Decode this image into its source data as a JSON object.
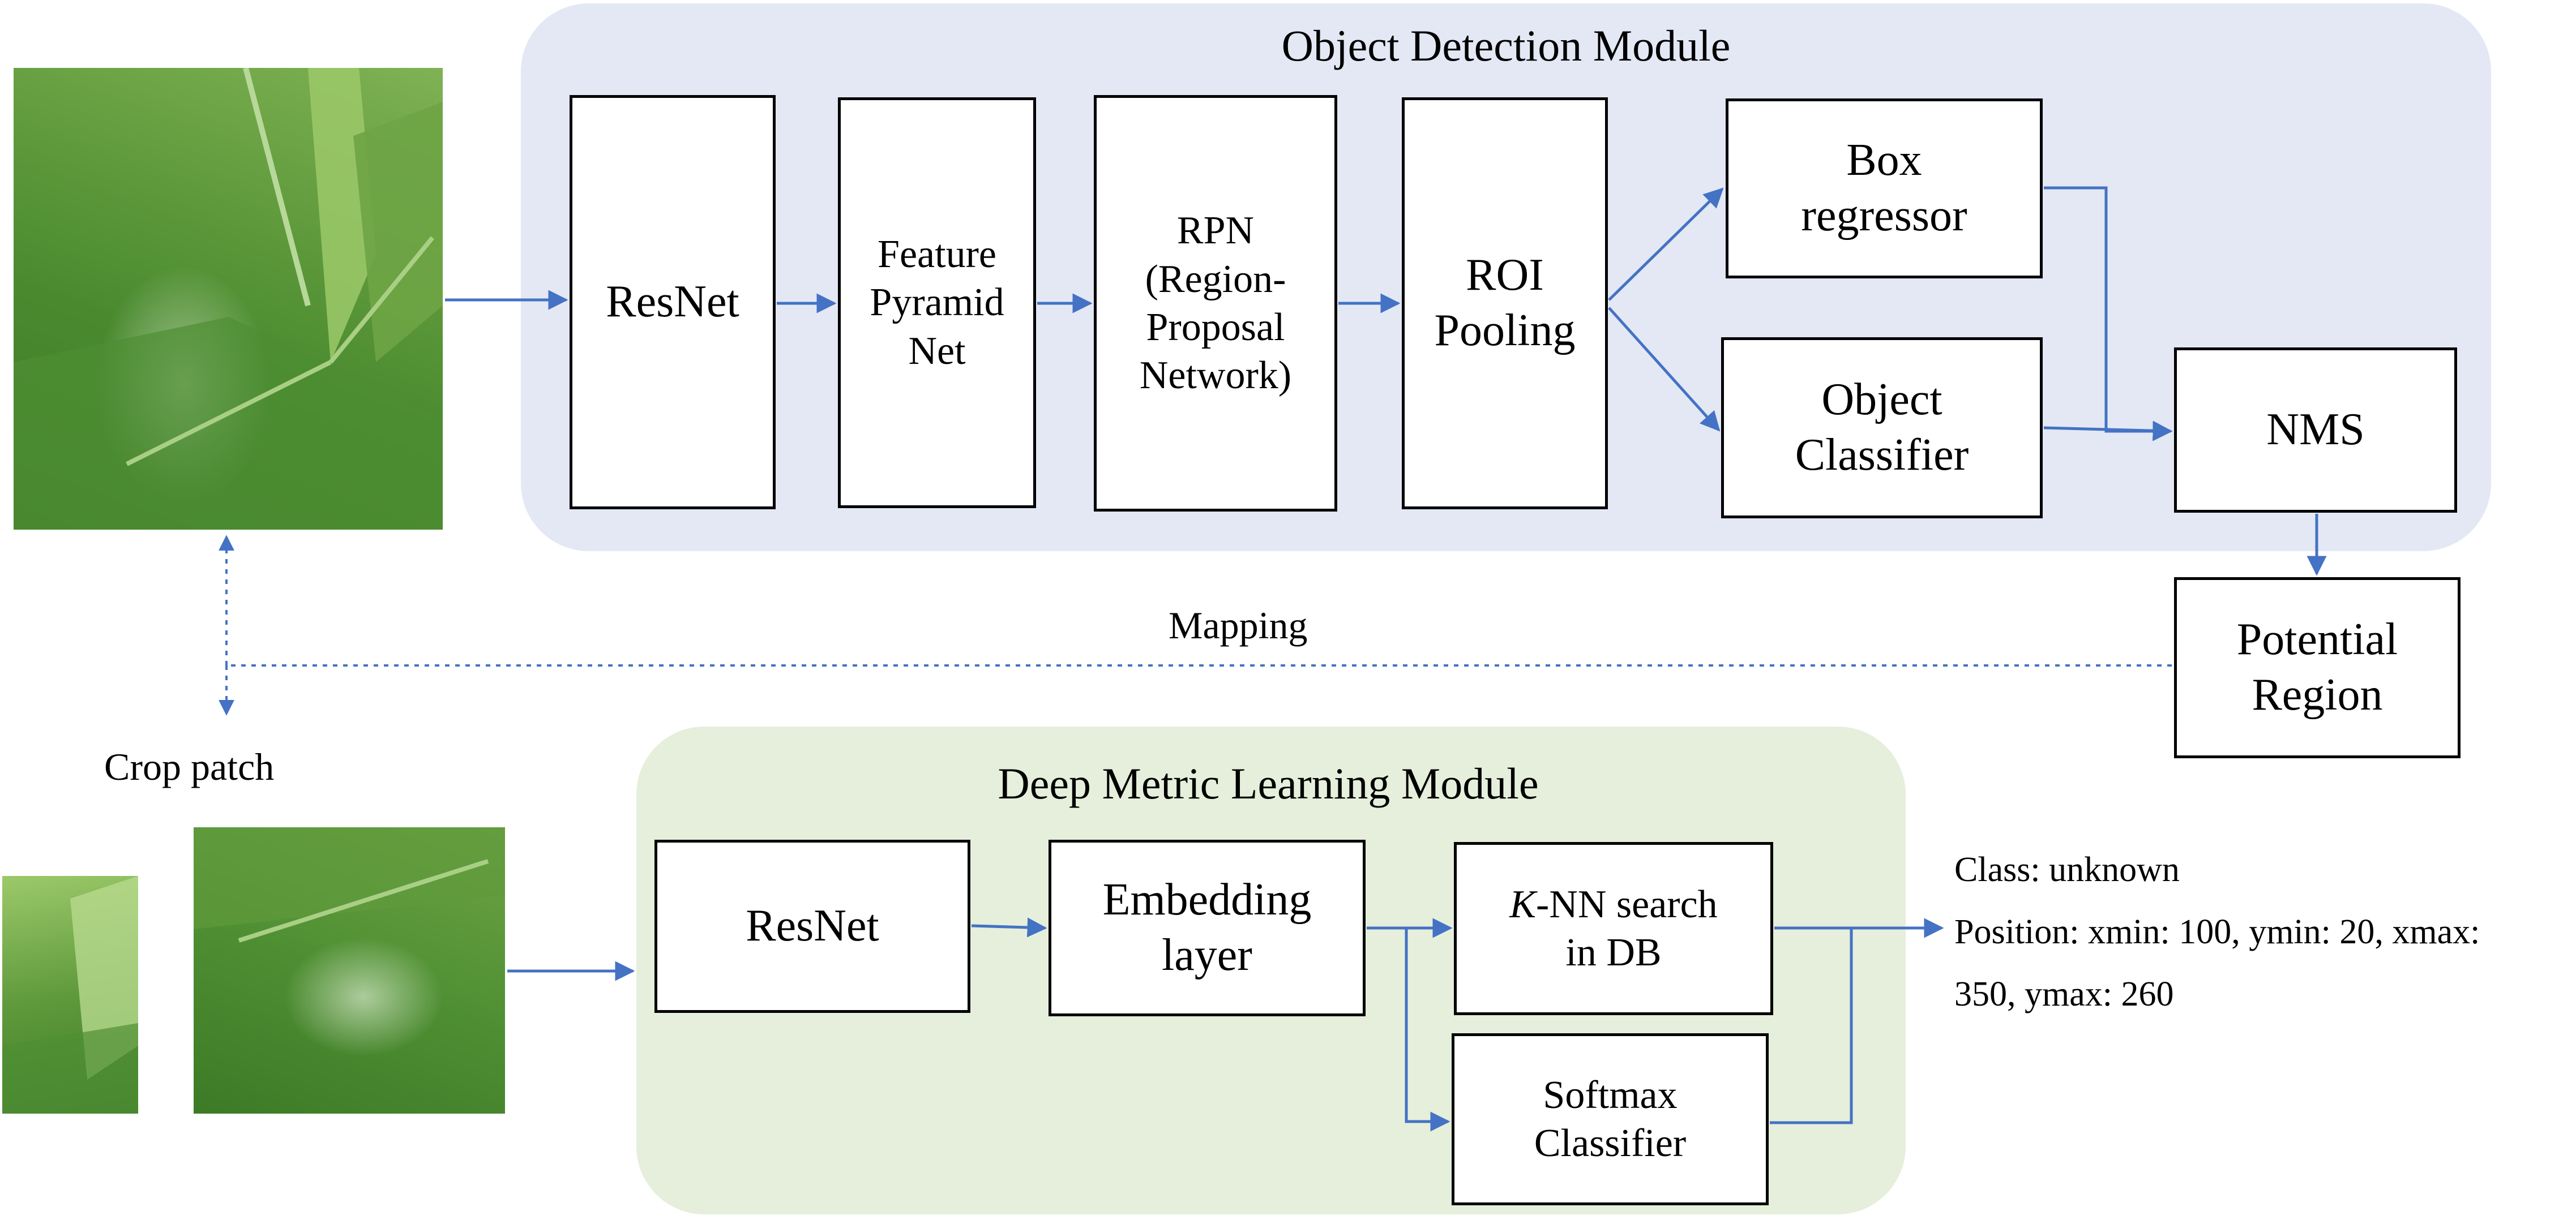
{
  "object_detection": {
    "title": "Object Detection Module",
    "resnet": "ResNet",
    "fpn": [
      "Feature",
      "Pyramid",
      "Net"
    ],
    "rpn": [
      "RPN",
      "(Region-",
      "Proposal",
      "Network)"
    ],
    "roi": [
      "ROI",
      "Pooling"
    ],
    "box_regressor": [
      "Box",
      "regressor"
    ],
    "object_classifier": [
      "Object",
      "Classifier"
    ],
    "nms": "NMS"
  },
  "potential_region": [
    "Potential",
    "Region"
  ],
  "mapping_label": "Mapping",
  "crop_patch_label": "Crop patch",
  "metric_learning": {
    "title": "Deep Metric Learning Module",
    "resnet": "ResNet",
    "embedding": [
      "Embedding",
      "layer"
    ],
    "knn_prefix": "K",
    "knn_rest": "-NN search",
    "knn_line2": "in DB",
    "softmax": [
      "Softmax",
      "Classifier"
    ]
  },
  "output": {
    "class_line": "Class: unknown",
    "position_line1": "Position: xmin: 100, ymin: 20, xmax:",
    "position_line2": "350, ymax: 260"
  },
  "colors": {
    "arrow": "#4472c4",
    "od_panel": "#e3e8f4",
    "dml_panel": "#e5efdb"
  }
}
